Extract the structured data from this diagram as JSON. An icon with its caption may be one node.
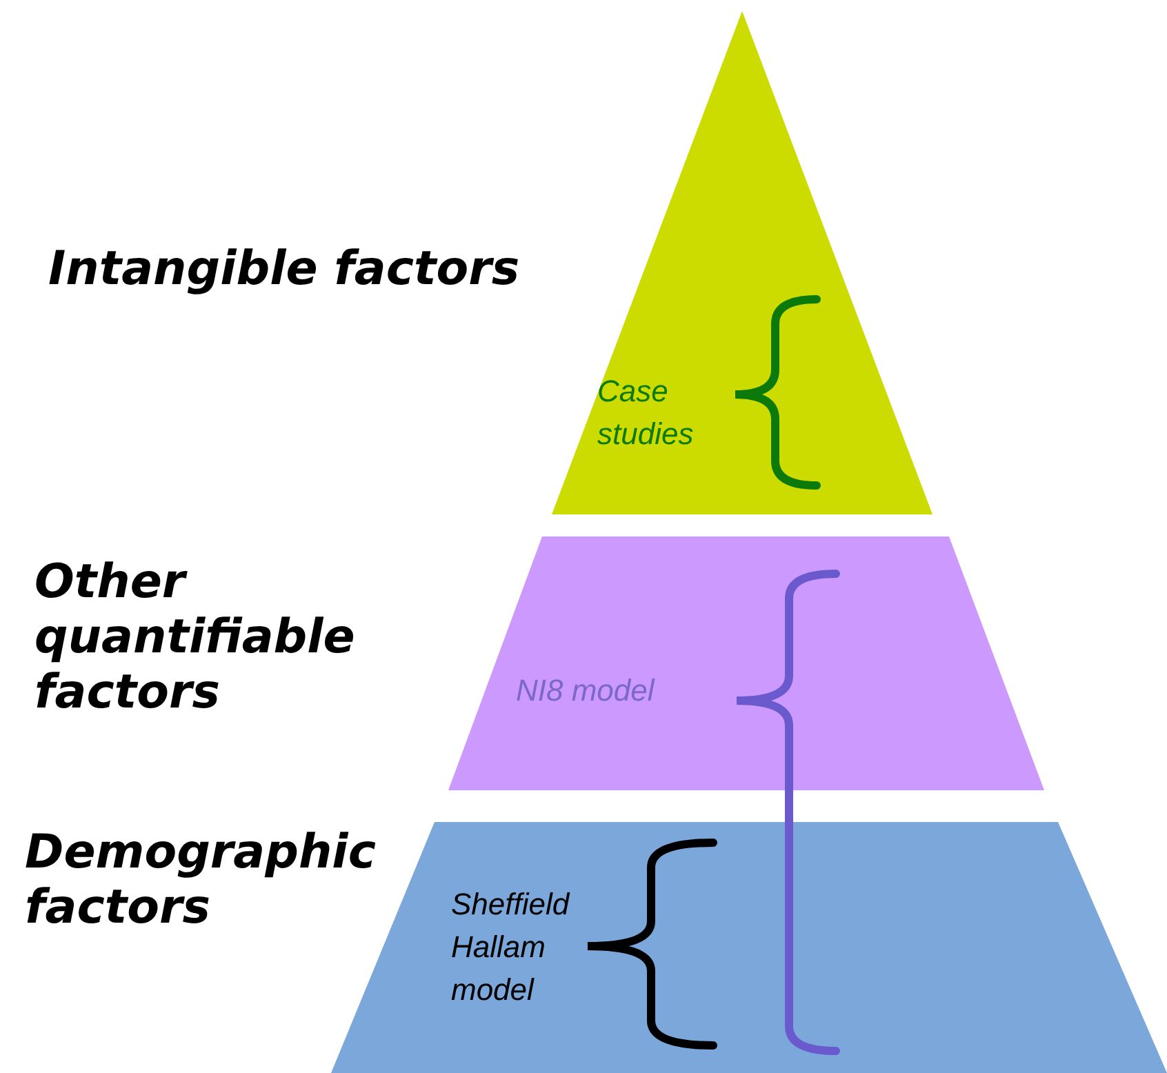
{
  "diagram": {
    "nodes": [
      {
        "text": [
          "Intangible factors"
        ]
      },
      {
        "text": [
          "Other quantifiable factors"
        ]
      },
      {
        "text": [
          "Demographic factors"
        ]
      }
    ],
    "labels": [
      "Case studies",
      "NI8 model",
      "Sheffield Hallam model"
    ]
  }
}
